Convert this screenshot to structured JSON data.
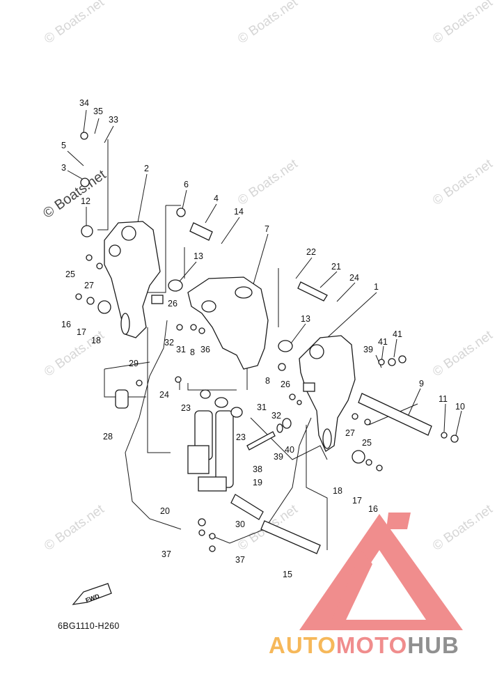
{
  "watermark": {
    "text": "© Boats.net"
  },
  "diagram_code": "6BG1110-H260",
  "fwd_label": "FWD",
  "brand": {
    "part1": "AUTO",
    "part2": "MOTO",
    "part3": "HUB"
  },
  "colors": {
    "logo_red": "#f08d8d",
    "logo_orange": "#f6b85a",
    "logo_grey": "#909090",
    "line": "#1a1a1a"
  },
  "callouts": [
    "34",
    "35",
    "33",
    "5",
    "3",
    "2",
    "6",
    "4",
    "14",
    "12",
    "7",
    "22",
    "21",
    "24",
    "25",
    "13",
    "27",
    "26",
    "1",
    "16",
    "17",
    "18",
    "32",
    "31",
    "8",
    "36",
    "13",
    "41",
    "39",
    "41",
    "29",
    "8",
    "26",
    "9",
    "24",
    "23",
    "31",
    "32",
    "11",
    "10",
    "23",
    "28",
    "27",
    "25",
    "38",
    "39",
    "40",
    "18",
    "19",
    "17",
    "16",
    "20",
    "30",
    "37",
    "37",
    "15"
  ]
}
